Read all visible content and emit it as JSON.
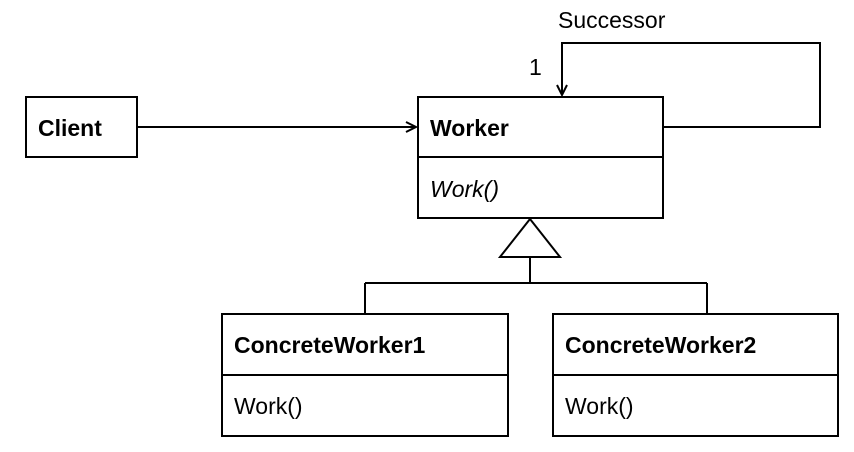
{
  "classes": {
    "client": {
      "name": "Client"
    },
    "worker": {
      "name": "Worker",
      "operation": "Work()"
    },
    "concrete_worker_1": {
      "name": "ConcreteWorker1",
      "operation": "Work()"
    },
    "concrete_worker_2": {
      "name": "ConcreteWorker2",
      "operation": "Work()"
    }
  },
  "associations": {
    "successor": {
      "role": "Successor",
      "multiplicity": "1"
    }
  }
}
